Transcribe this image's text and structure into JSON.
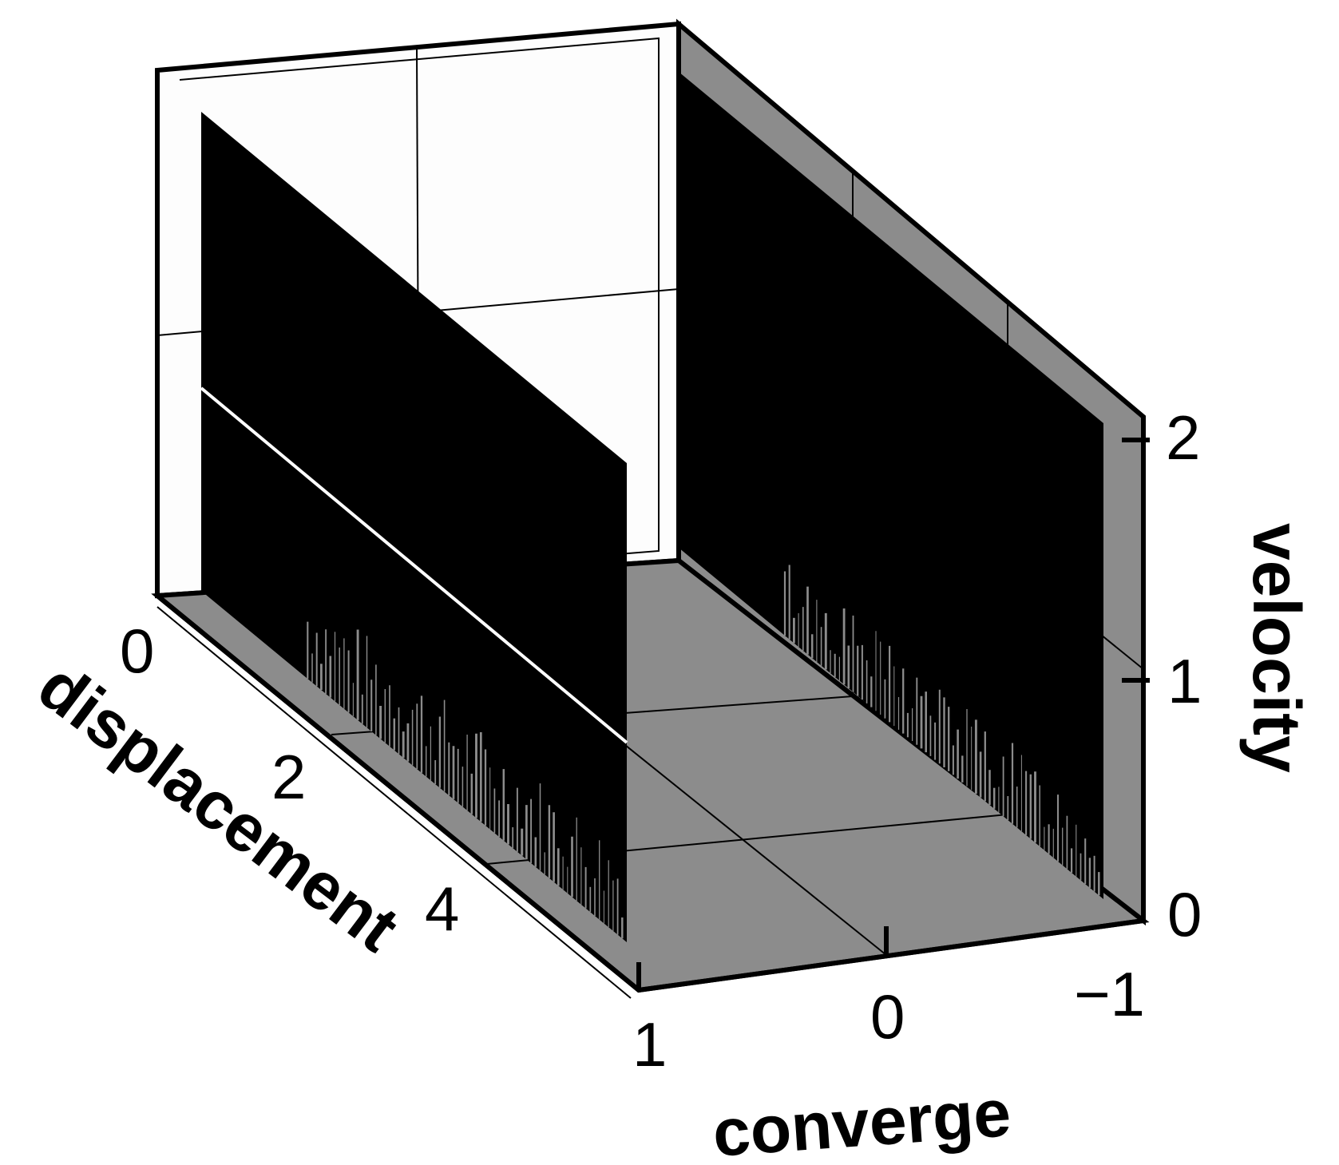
{
  "chart_data": {
    "type": "3d-surface",
    "axes": {
      "x": {
        "label": "displacement",
        "ticks": [
          "0",
          "2",
          "4"
        ],
        "range": [
          0,
          6
        ]
      },
      "y": {
        "label": "converge",
        "ticks": [
          "1",
          "0",
          "−1"
        ],
        "range": [
          1,
          -1
        ]
      },
      "z": {
        "label": "velocity",
        "ticks": [
          "0",
          "1",
          "2"
        ],
        "range": [
          0,
          2
        ]
      }
    },
    "surfaces": [
      {
        "name": "",
        "converge": 1,
        "velocity_max": 2,
        "color": "#000000"
      },
      {
        "name": "",
        "converge": -1,
        "velocity_max": 2,
        "color": "#000000"
      }
    ],
    "grid": true,
    "colors": {
      "floor": "#8c8c8c",
      "back_wall": "#fdfdfd",
      "side_wall": "#8c8c8c",
      "surface": "#000000"
    }
  }
}
